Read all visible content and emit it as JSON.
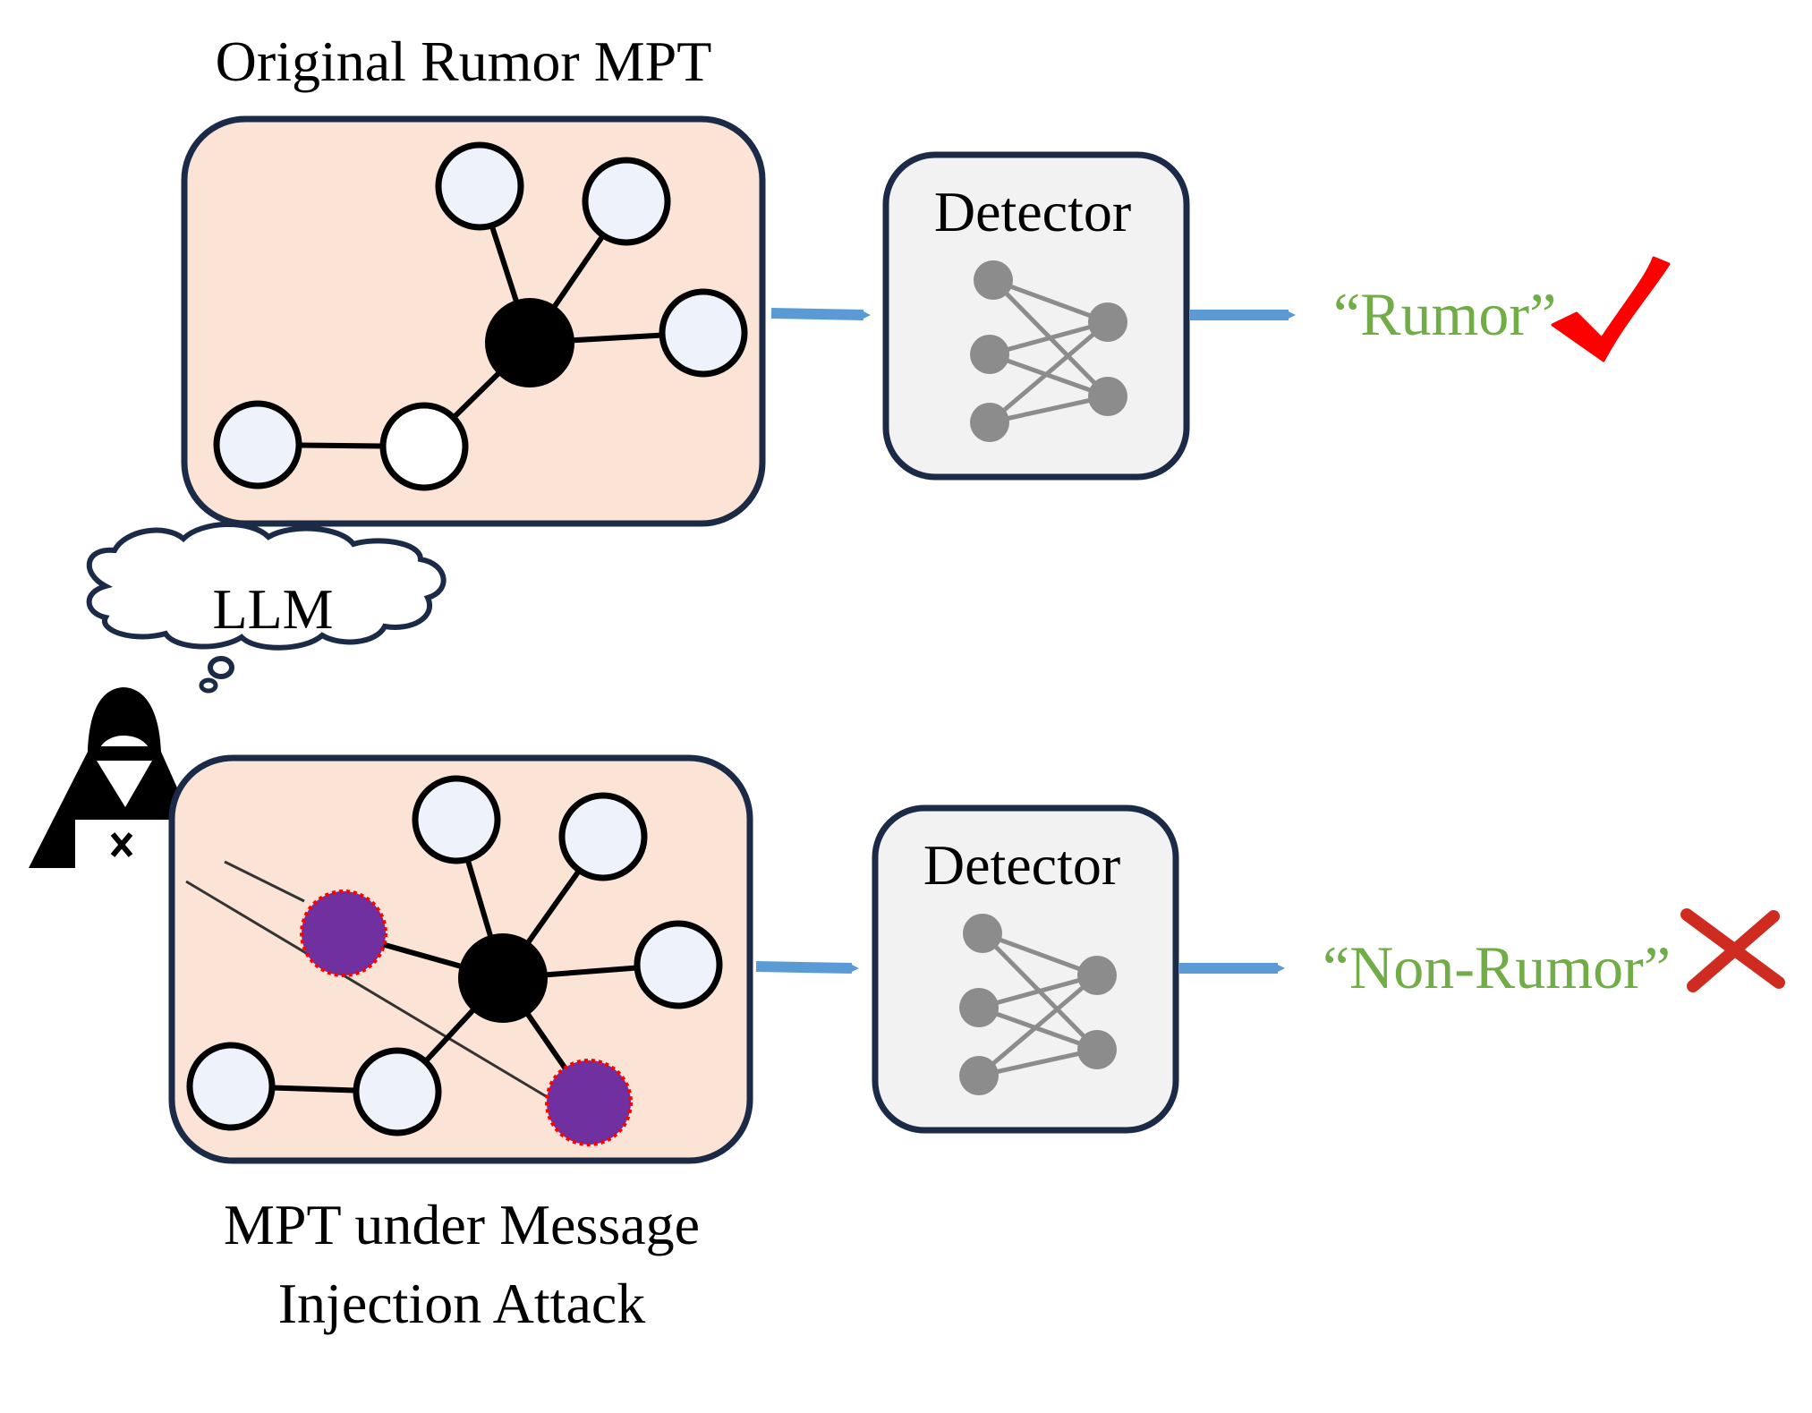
{
  "top": {
    "title": "Original Rumor MPT",
    "detector_label": "Detector",
    "result": "“Rumor”",
    "result_mark": "check-icon"
  },
  "bottom": {
    "title_line1": "MPT under Message",
    "title_line2": "Injection Attack",
    "detector_label": "Detector",
    "result": "“Non-Rumor”",
    "result_mark": "cross-icon"
  },
  "attacker": {
    "thought": "LLM",
    "icon": "hacker-icon"
  },
  "colors": {
    "panel_fill": "#fbe3d5",
    "panel_stroke": "#1b2a47",
    "detector_fill": "#f2f2f2",
    "node_fill": "#eef2fa",
    "center_node": "#000000",
    "injected_node": "#7030a0",
    "injected_outline": "#ff0000",
    "arrow": "#5b9bd5",
    "result_text": "#70ad47",
    "check": "#ff0000",
    "cross": "#d02b20",
    "nn_gray": "#8c8c8c"
  }
}
